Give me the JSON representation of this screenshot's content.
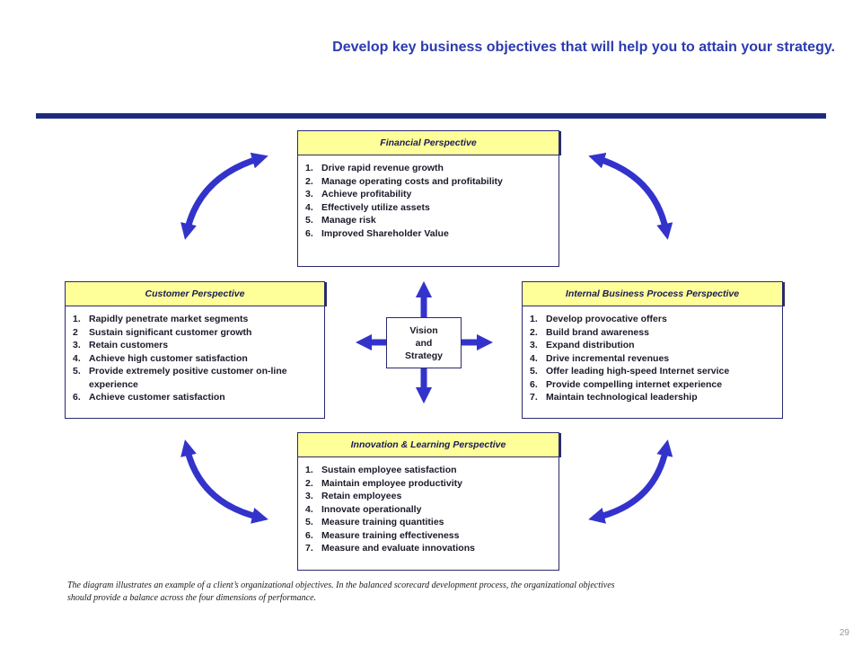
{
  "title": "Develop key business objectives that will help you to attain your strategy.",
  "colors": {
    "accent": "#2B3BB0",
    "arrow": "#3333CC",
    "rule": "#1D2A7E",
    "header_fill": "#FFFF99"
  },
  "financial": {
    "header": "Financial Perspective",
    "items": [
      {
        "n": "1.",
        "t": "Drive rapid revenue growth"
      },
      {
        "n": "2.",
        "t": "Manage operating costs and profitability"
      },
      {
        "n": "3.",
        "t": "Achieve profitability"
      },
      {
        "n": "4.",
        "t": "Effectively utilize assets"
      },
      {
        "n": "5.",
        "t": "Manage risk"
      },
      {
        "n": "6.",
        "t": "Improved Shareholder Value"
      }
    ]
  },
  "customer": {
    "header": "Customer Perspective",
    "items": [
      {
        "n": "1.",
        "t": "Rapidly penetrate market segments"
      },
      {
        "n": "2",
        "t": "Sustain significant customer growth"
      },
      {
        "n": "3.",
        "t": "Retain customers"
      },
      {
        "n": "4.",
        "t": "Achieve high customer satisfaction"
      },
      {
        "n": "5.",
        "t": "Provide extremely positive customer on-line experience"
      },
      {
        "n": "6.",
        "t": "Achieve customer satisfaction"
      }
    ]
  },
  "internal": {
    "header": "Internal Business Process Perspective",
    "items": [
      {
        "n": "1.",
        "t": "Develop provocative offers"
      },
      {
        "n": "2.",
        "t": "Build brand awareness"
      },
      {
        "n": "3.",
        "t": "Expand distribution"
      },
      {
        "n": "4.",
        "t": "Drive incremental revenues"
      },
      {
        "n": "5.",
        "t": "Offer leading high-speed Internet service"
      },
      {
        "n": "6.",
        "t": "Provide compelling internet experience"
      },
      {
        "n": "7.",
        "t": "Maintain technological leadership"
      }
    ]
  },
  "innovation": {
    "header": "Innovation & Learning Perspective",
    "items": [
      {
        "n": "1.",
        "t": "Sustain employee satisfaction"
      },
      {
        "n": "2.",
        "t": "Maintain employee productivity"
      },
      {
        "n": "3.",
        "t": "Retain employees"
      },
      {
        "n": "4.",
        "t": "Innovate operationally"
      },
      {
        "n": "5.",
        "t": "Measure training quantities"
      },
      {
        "n": "6.",
        "t": "Measure training effectiveness"
      },
      {
        "n": "7.",
        "t": "Measure and evaluate innovations"
      }
    ]
  },
  "vision": {
    "line1": "Vision",
    "line2": "and",
    "line3": "Strategy"
  },
  "note": {
    "line1": "The diagram illustrates an example of a client’s organizational objectives. In the balanced scorecard development process, the organizational objectives",
    "line2": "should provide a balance across the four dimensions of performance."
  },
  "page_number": "29"
}
